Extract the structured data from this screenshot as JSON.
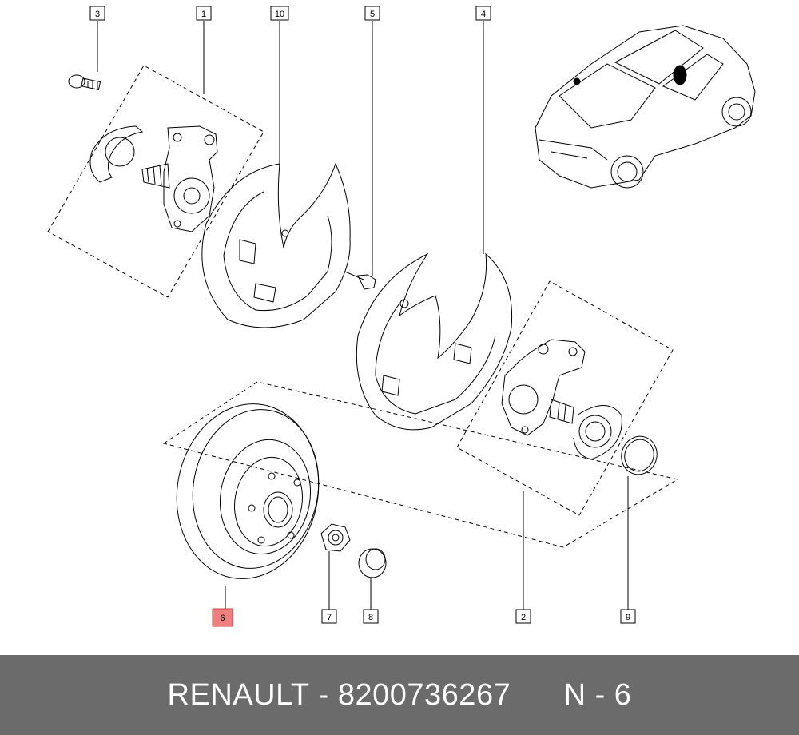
{
  "callouts": {
    "c1": "1",
    "c2": "2",
    "c3": "3",
    "c4": "4",
    "c5": "5",
    "c6": "6",
    "c7": "7",
    "c8": "8",
    "c9": "9",
    "c10": "10"
  },
  "highlighted_callout": "6",
  "colors": {
    "highlight": "#f08080",
    "footer_bg": "#6b6b6b",
    "line": "#000000"
  },
  "footer": {
    "brand": "RENAULT",
    "separator": " - ",
    "part_number": "8200736267",
    "position_label": "N - 6"
  }
}
